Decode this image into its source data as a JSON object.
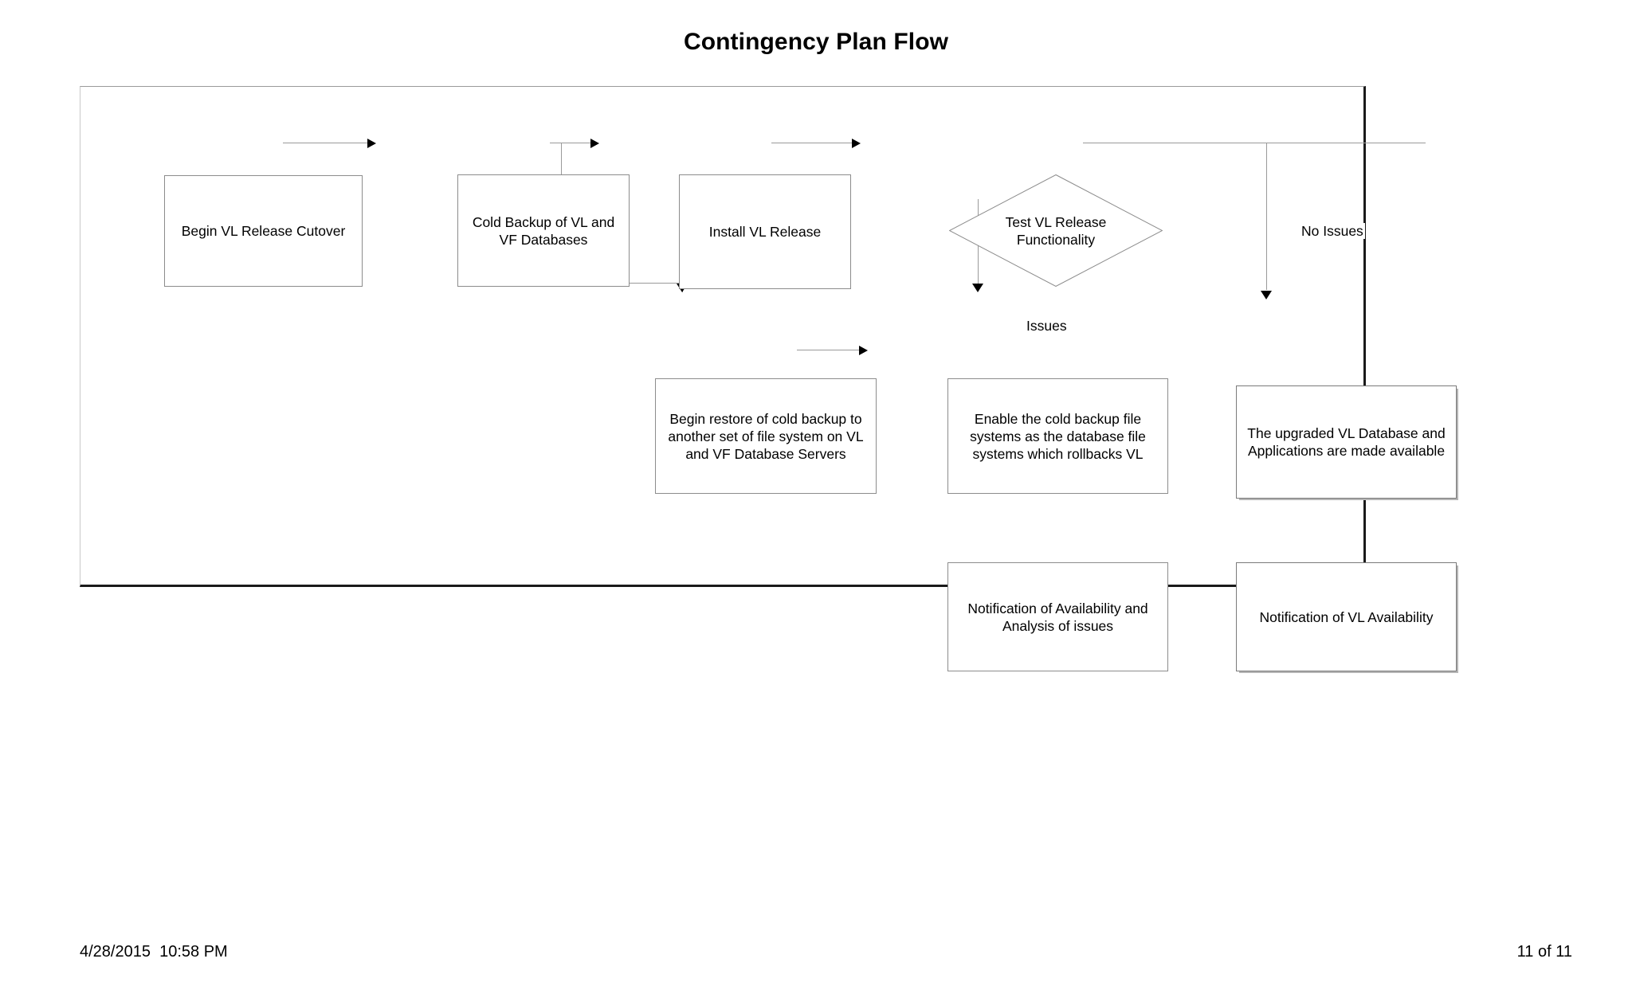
{
  "document": {
    "title": "Contingency Plan Flow"
  },
  "diagram": {
    "nodes": [
      {
        "id": "begin-cutover",
        "type": "process",
        "label": "Begin VL Release  Cutover"
      },
      {
        "id": "cold-backup",
        "type": "process",
        "label": "Cold Backup of VL and VF Databases"
      },
      {
        "id": "install-release",
        "type": "process",
        "label": "Install VL Release"
      },
      {
        "id": "test-release",
        "type": "decision",
        "label": "Test VL Release\nFunctionality"
      },
      {
        "id": "begin-restore",
        "type": "process",
        "label": "Begin restore of cold backup to another set of file system on VL and VF Database Servers"
      },
      {
        "id": "enable-cold-backup",
        "type": "process",
        "label": "Enable the cold backup file systems as the database file systems which rollbacks VL"
      },
      {
        "id": "upgraded-available",
        "type": "process",
        "label": "The upgraded VL Database and Applications are made available"
      },
      {
        "id": "notif-analysis",
        "type": "process",
        "label": "Notification of Availability and Analysis of  issues"
      },
      {
        "id": "notif-vl",
        "type": "process",
        "label": "Notification of VL Availability"
      }
    ],
    "edge_labels": {
      "no_issues": "No Issues",
      "issues": "Issues"
    },
    "colors": {
      "node_border": "#8c8c8c",
      "connector": "#9a9a9a",
      "arrow": "#000000",
      "frame_dark": "#1a1a1a",
      "background": "#ffffff",
      "text": "#000000"
    }
  },
  "footer": {
    "date": "4/28/2015  10:58 PM",
    "page": "11 of 11"
  }
}
